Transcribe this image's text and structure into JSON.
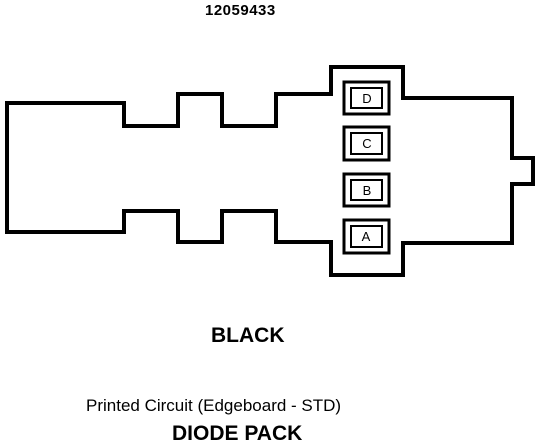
{
  "part_number": "12059433",
  "connector": {
    "pins": [
      {
        "id": "pin-d",
        "label": "D"
      },
      {
        "id": "pin-c",
        "label": "C"
      },
      {
        "id": "pin-b",
        "label": "B"
      },
      {
        "id": "pin-a",
        "label": "A"
      }
    ]
  },
  "color_label": "BLACK",
  "description": "Printed Circuit (Edgeboard - STD)",
  "component_name": "DIODE PACK",
  "colors": {
    "line": "#000000",
    "background": "#ffffff"
  }
}
